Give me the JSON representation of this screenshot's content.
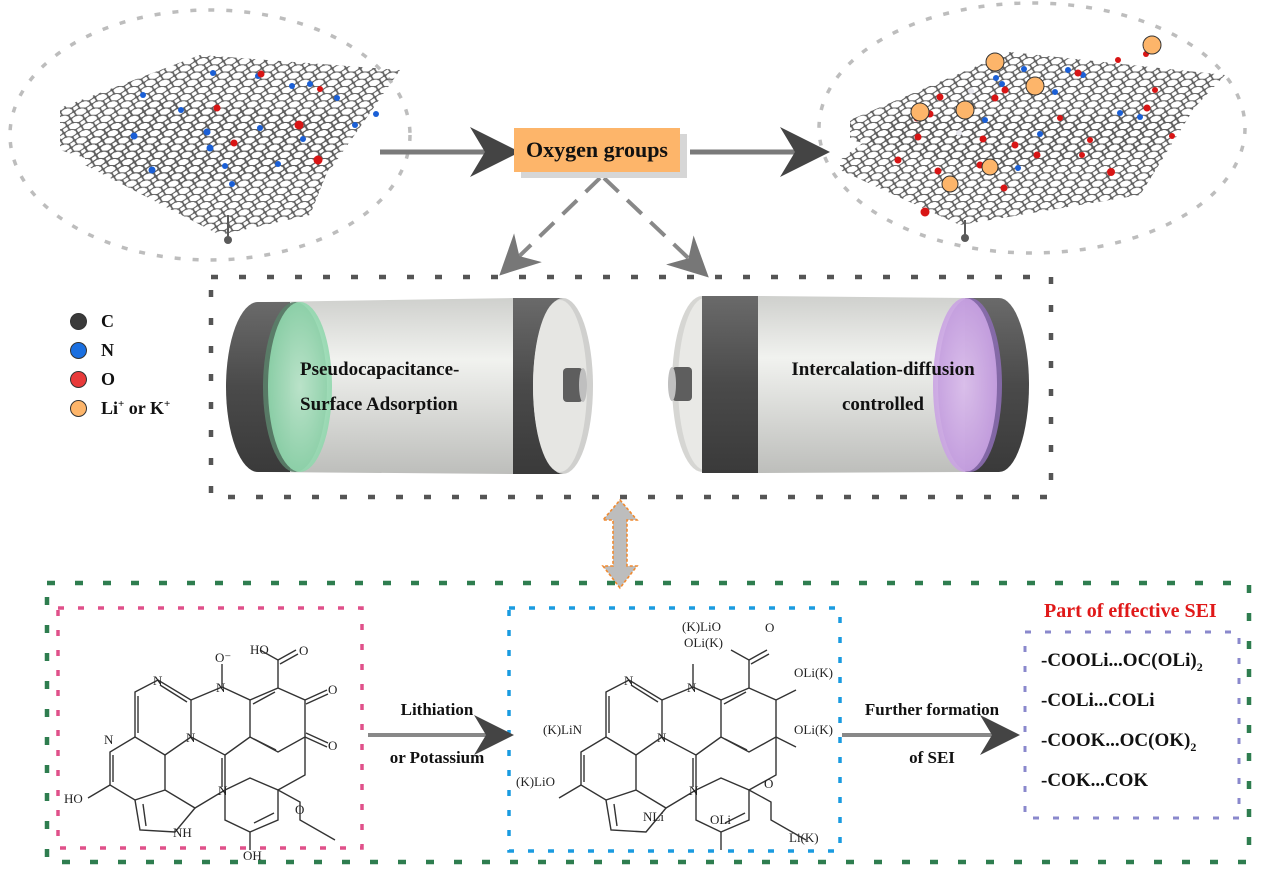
{
  "diagram": {
    "center_box_label": "Oxygen groups",
    "legend": {
      "items": [
        {
          "symbol": "C",
          "label": "C",
          "color": "#3a3a3a"
        },
        {
          "symbol": "N",
          "label": "N",
          "color": "#1a6fe0"
        },
        {
          "symbol": "O",
          "label": "O",
          "color": "#e83a3a"
        },
        {
          "symbol": "Li/K",
          "label_main": "Li",
          "label_sup1": "+",
          "label_mid": " or K",
          "label_sup2": "+",
          "color": "#fdb56a"
        }
      ]
    },
    "batteries": [
      {
        "line1": "Pseudocapacitance-",
        "line2": "Surface Adsorption",
        "accent": "#7ed3a0"
      },
      {
        "line1": "Intercalation-diffusion",
        "line2": "controlled",
        "accent": "#c9a0e8"
      }
    ],
    "reaction": {
      "arrow1_top": "Lithiation",
      "arrow1_bottom": "or Potassium",
      "arrow2_top": "Further formation",
      "arrow2_bottom": "of SEI"
    },
    "molecule_before": {
      "labels": [
        "HO",
        "O",
        "O",
        "O",
        "O⁻",
        "N",
        "N",
        "N",
        "N",
        "N",
        "HO",
        "NH",
        "OH",
        "O"
      ]
    },
    "molecule_after": {
      "labels": [
        "(K)LiO",
        "O",
        "OLi(K)",
        "N",
        "N",
        "N",
        "OLi(K)",
        "OLi(K)",
        "(K)LiN",
        "N",
        "(K)LiO",
        "NLi",
        "OLi",
        "O",
        "Li(K)"
      ]
    },
    "sei": {
      "title": "Part of effective SEI",
      "title_color": "#e01818",
      "items": [
        {
          "main": "-COOLi...OC(OLi)",
          "sub": "2"
        },
        {
          "main": "-COLi...COLi",
          "sub": ""
        },
        {
          "main": "-COOK...OC(OK)",
          "sub": "2"
        },
        {
          "main": "-COK...COK",
          "sub": ""
        }
      ]
    },
    "colors": {
      "carbon": "#5a5a5a",
      "nitrogen": "#1a5fd6",
      "oxygen": "#d81515",
      "ion": "#fdb56a",
      "gray_dash": "#555555",
      "green_dash": "#2e7d4f",
      "pink_dash": "#e0508a",
      "blue_dash": "#1a9be0",
      "purple_dash": "#8a88cc",
      "orange_dash": "#f08a30"
    }
  }
}
